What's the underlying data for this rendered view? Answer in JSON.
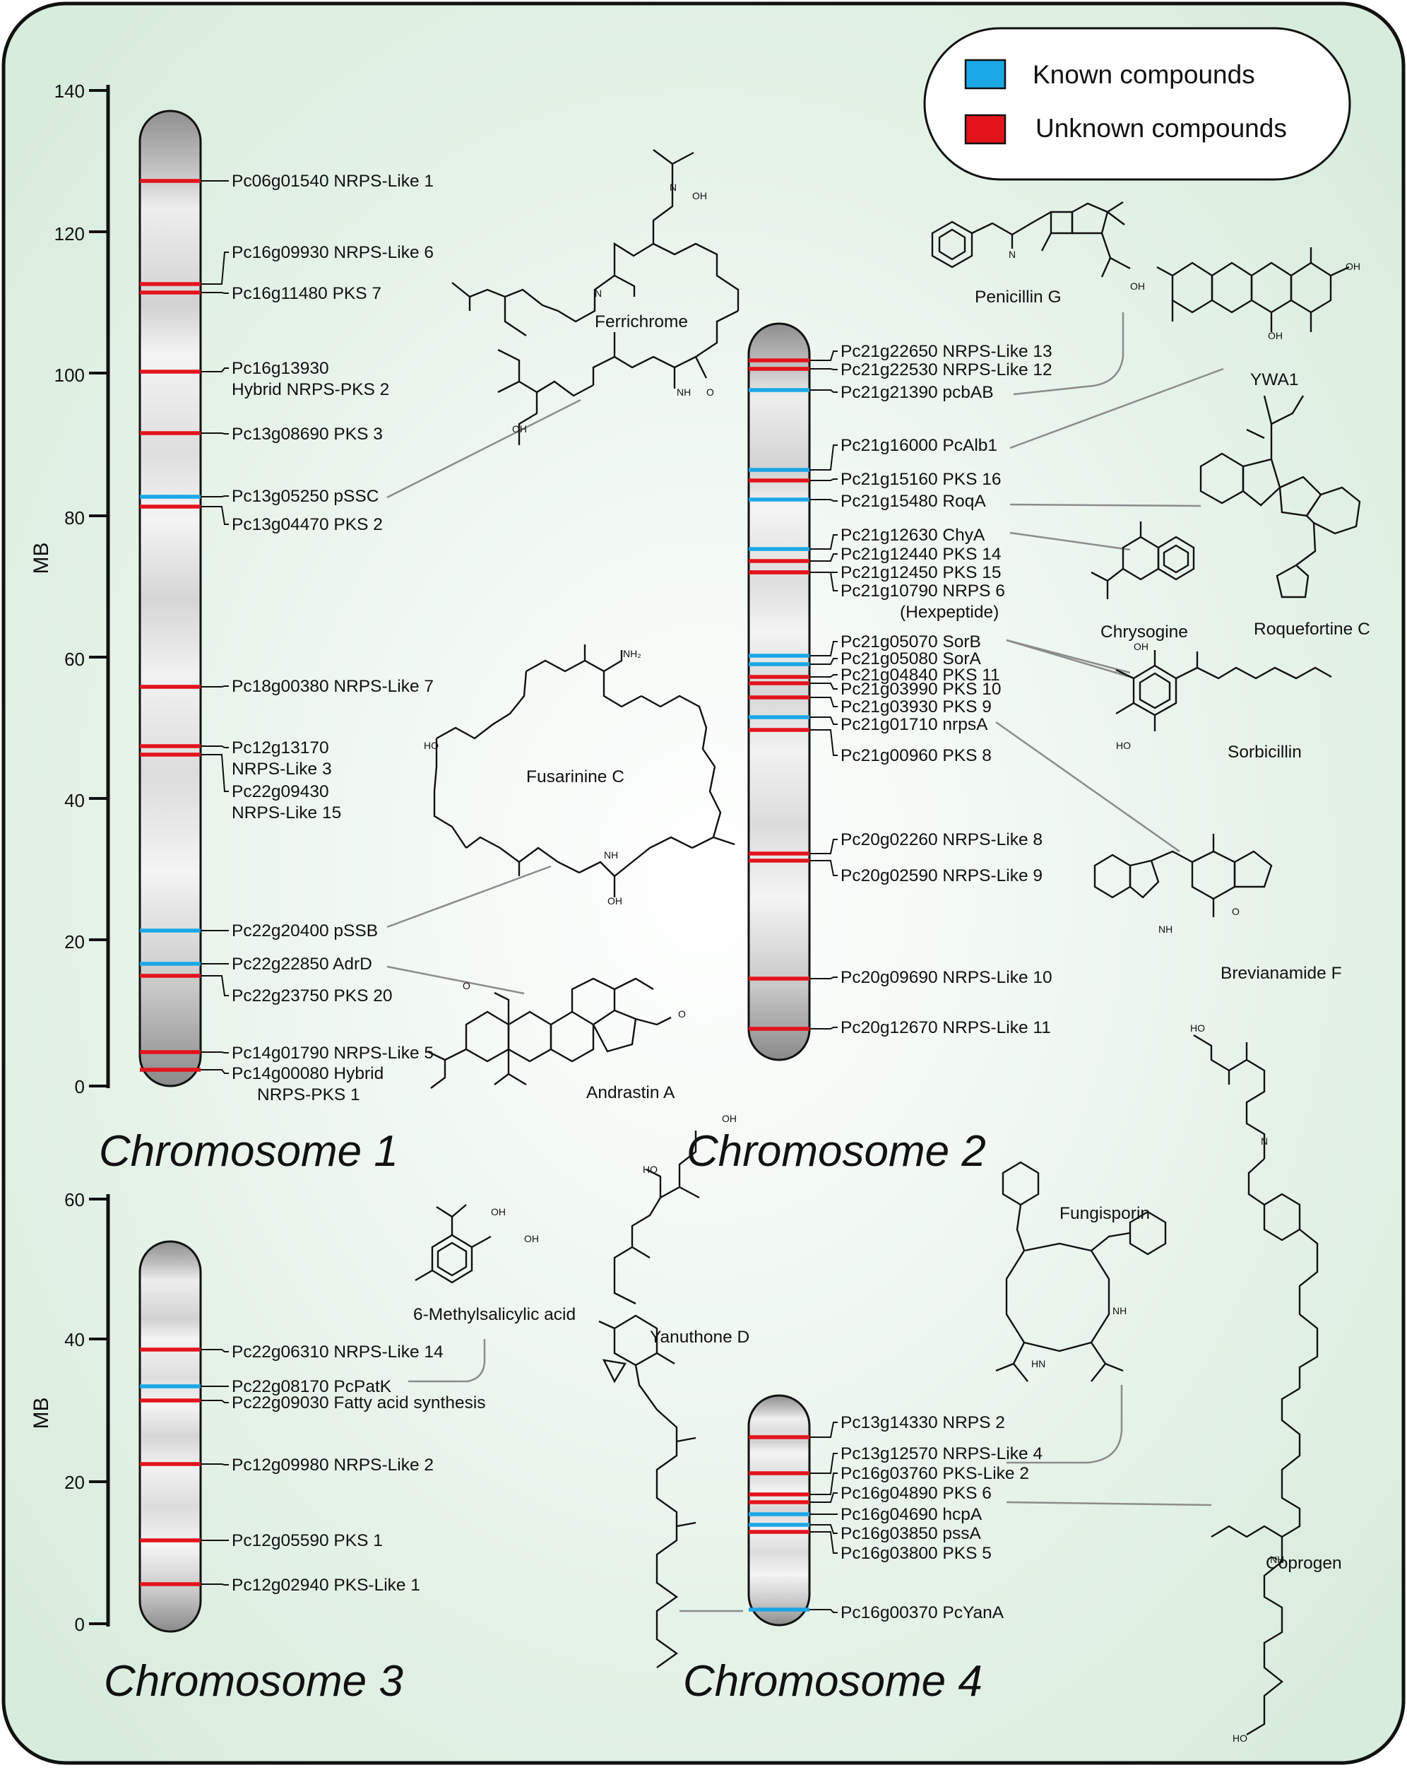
{
  "legend": {
    "items": [
      {
        "label": "Known compounds",
        "color": "#1aa7e6"
      },
      {
        "label": "Unknown compounds",
        "color": "#e3131b"
      }
    ]
  },
  "axis_unit": "MB",
  "colors": {
    "background": "#e6f2ea",
    "frame": "#111111",
    "known": "#1aa7e6",
    "unknown": "#e3131b"
  },
  "chromosomes": [
    {
      "name": "Chromosome 1",
      "axis": {
        "max": 140,
        "ticks": [
          "140",
          "120",
          "100",
          "80",
          "60",
          "40",
          "20",
          "0"
        ]
      },
      "genes": [
        {
          "id": "Pc06g01540",
          "label": "Pc06g01540 NRPS-Like 1",
          "type": "unknown"
        },
        {
          "id": "Pc16g09930",
          "label": "Pc16g09930 NRPS-Like 6",
          "type": "unknown"
        },
        {
          "id": "Pc16g11480",
          "label": "Pc16g11480 PKS 7",
          "type": "unknown"
        },
        {
          "id": "Pc16g13930",
          "label": "Pc16g13930",
          "label2": "Hybrid NRPS-PKS 2",
          "type": "unknown"
        },
        {
          "id": "Pc13g08690",
          "label": "Pc13g08690 PKS 3",
          "type": "unknown"
        },
        {
          "id": "Pc13g05250",
          "label": "Pc13g05250 pSSC",
          "type": "known"
        },
        {
          "id": "Pc13g04470",
          "label": "Pc13g04470 PKS 2",
          "type": "unknown"
        },
        {
          "id": "Pc18g00380",
          "label": "Pc18g00380 NRPS-Like 7",
          "type": "unknown"
        },
        {
          "id": "Pc12g13170",
          "label": "Pc12g13170",
          "label2": "NRPS-Like 3",
          "type": "unknown"
        },
        {
          "id": "Pc22g09430",
          "label": "Pc22g09430",
          "label2": "NRPS-Like 15",
          "type": "unknown"
        },
        {
          "id": "Pc22g20400",
          "label": "Pc22g20400 pSSB",
          "type": "known"
        },
        {
          "id": "Pc22g22850",
          "label": "Pc22g22850 AdrD",
          "type": "known"
        },
        {
          "id": "Pc22g23750",
          "label": "Pc22g23750 PKS 20",
          "type": "unknown"
        },
        {
          "id": "Pc14g01790",
          "label": "Pc14g01790 NRPS-Like 5",
          "type": "unknown"
        },
        {
          "id": "Pc14g00080",
          "label": "Pc14g00080  Hybrid",
          "label2": "NRPS-PKS 1",
          "type": "unknown"
        }
      ]
    },
    {
      "name": "Chromosome 2",
      "genes": [
        {
          "id": "Pc21g22650",
          "label": "Pc21g22650 NRPS-Like 13",
          "type": "unknown"
        },
        {
          "id": "Pc21g22530",
          "label": "Pc21g22530 NRPS-Like 12",
          "type": "unknown"
        },
        {
          "id": "Pc21g21390",
          "label": "Pc21g21390 pcbAB",
          "type": "known"
        },
        {
          "id": "Pc21g16000",
          "label": "Pc21g16000 PcAlb1",
          "type": "known"
        },
        {
          "id": "Pc21g15160",
          "label": "Pc21g15160 PKS 16",
          "type": "unknown"
        },
        {
          "id": "Pc21g15480",
          "label": "Pc21g15480 RoqA",
          "type": "known"
        },
        {
          "id": "Pc21g12630",
          "label": "Pc21g12630 ChyA",
          "type": "known"
        },
        {
          "id": "Pc21g12440",
          "label": "Pc21g12440 PKS 14",
          "type": "unknown"
        },
        {
          "id": "Pc21g12450",
          "label": "Pc21g12450 PKS 15",
          "type": "unknown"
        },
        {
          "id": "Pc21g10790",
          "label": "Pc21g10790 NRPS 6",
          "label2": "(Hexpeptide)",
          "type": "unknown"
        },
        {
          "id": "Pc21g05070",
          "label": "Pc21g05070 SorB",
          "type": "known"
        },
        {
          "id": "Pc21g05080",
          "label": "Pc21g05080 SorA",
          "type": "known"
        },
        {
          "id": "Pc21g04840",
          "label": "Pc21g04840 PKS 11",
          "type": "unknown"
        },
        {
          "id": "Pc21g03990",
          "label": "Pc21g03990 PKS 10",
          "type": "unknown"
        },
        {
          "id": "Pc21g03930",
          "label": "Pc21g03930 PKS 9",
          "type": "unknown"
        },
        {
          "id": "Pc21g01710",
          "label": "Pc21g01710 nrpsA",
          "type": "known"
        },
        {
          "id": "Pc21g00960",
          "label": "Pc21g00960 PKS 8",
          "type": "unknown"
        },
        {
          "id": "Pc20g02260",
          "label": "Pc20g02260 NRPS-Like 8",
          "type": "unknown"
        },
        {
          "id": "Pc20g02590",
          "label": "Pc20g02590 NRPS-Like 9",
          "type": "unknown"
        },
        {
          "id": "Pc20g09690",
          "label": "Pc20g09690 NRPS-Like 10",
          "type": "unknown"
        },
        {
          "id": "Pc20g12670",
          "label": "Pc20g12670 NRPS-Like 11",
          "type": "unknown"
        }
      ]
    },
    {
      "name": "Chromosome 3",
      "axis": {
        "max": 60,
        "ticks": [
          "60",
          "40",
          "20",
          "0"
        ]
      },
      "genes": [
        {
          "id": "Pc22g06310",
          "label": "Pc22g06310 NRPS-Like 14",
          "type": "unknown"
        },
        {
          "id": "Pc22g08170",
          "label": "Pc22g08170 PcPatK",
          "type": "known"
        },
        {
          "id": "Pc22g09030",
          "label": "Pc22g09030 Fatty acid synthesis",
          "type": "unknown"
        },
        {
          "id": "Pc12g09980",
          "label": "Pc12g09980 NRPS-Like 2",
          "type": "unknown"
        },
        {
          "id": "Pc12g05590",
          "label": "Pc12g05590 PKS 1",
          "type": "unknown"
        },
        {
          "id": "Pc12g02940",
          "label": "Pc12g02940 PKS-Like 1",
          "type": "unknown"
        }
      ]
    },
    {
      "name": "Chromosome 4",
      "genes": [
        {
          "id": "Pc13g14330",
          "label": "Pc13g14330 NRPS 2",
          "type": "unknown"
        },
        {
          "id": "Pc13g12570",
          "label": "Pc13g12570 NRPS-Like 4",
          "type": "unknown"
        },
        {
          "id": "Pc16g03760",
          "label": "Pc16g03760 PKS-Like 2",
          "type": "unknown"
        },
        {
          "id": "Pc16g04890",
          "label": "Pc16g04890 PKS 6",
          "type": "unknown"
        },
        {
          "id": "Pc16g04690",
          "label": "Pc16g04690 hcpA",
          "type": "known"
        },
        {
          "id": "Pc16g03850",
          "label": "Pc16g03850 pssA",
          "type": "known"
        },
        {
          "id": "Pc16g03800",
          "label": "Pc16g03800 PKS 5",
          "type": "unknown"
        },
        {
          "id": "Pc16g00370",
          "label": "Pc16g00370 PcYanA",
          "type": "known"
        }
      ]
    }
  ],
  "compounds": {
    "ferrichrome": "Ferrichrome",
    "fusarinine": "Fusarinine C",
    "andrastin": "Andrastin A",
    "penicillin": "Penicillin G",
    "ywa1": "YWA1",
    "chrysogine": "Chrysogine",
    "roquefortine": "Roquefortine C",
    "sorbicillin": "Sorbicillin",
    "brevianamide": "Brevianamide F",
    "methylsalicylic": "6-Methylsalicylic acid",
    "yanuthone": "Yanuthone D",
    "fungisporin": "Fungisporin",
    "coprogen": "Coprogen"
  }
}
